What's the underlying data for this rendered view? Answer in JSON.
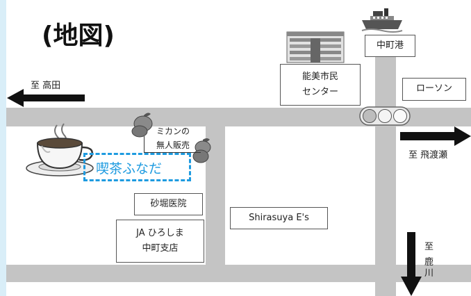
{
  "title": "(地図)",
  "colors": {
    "road": "#c4c4c4",
    "left_strip": "#d9eef8",
    "cafe_accent": "#1e9be0",
    "arrow": "#111111",
    "box_border": "#555555"
  },
  "places": {
    "port": "中町港",
    "community_center_line1": "能美市民",
    "community_center_line2": "センター",
    "lawson": "ローソン",
    "mikan_line1": "ミカンの",
    "mikan_line2": "無人販売",
    "cafe": "喫茶ふなだ",
    "clinic": "砂堀医院",
    "shirasuya": "Shirasuya E's",
    "ja_line1": "JA ひろしま",
    "ja_line2": "中町支店"
  },
  "directions": {
    "west": "至 高田",
    "east": "至 飛渡瀬",
    "south_1": "至",
    "south_2": "鹿",
    "south_3": "川"
  },
  "icons": {
    "ship": "ship-icon",
    "building": "building-icon",
    "traffic_light": "traffic-light-icon",
    "coffee_cup": "coffee-cup-icon",
    "mandarin": "mandarin-orange-icon"
  }
}
